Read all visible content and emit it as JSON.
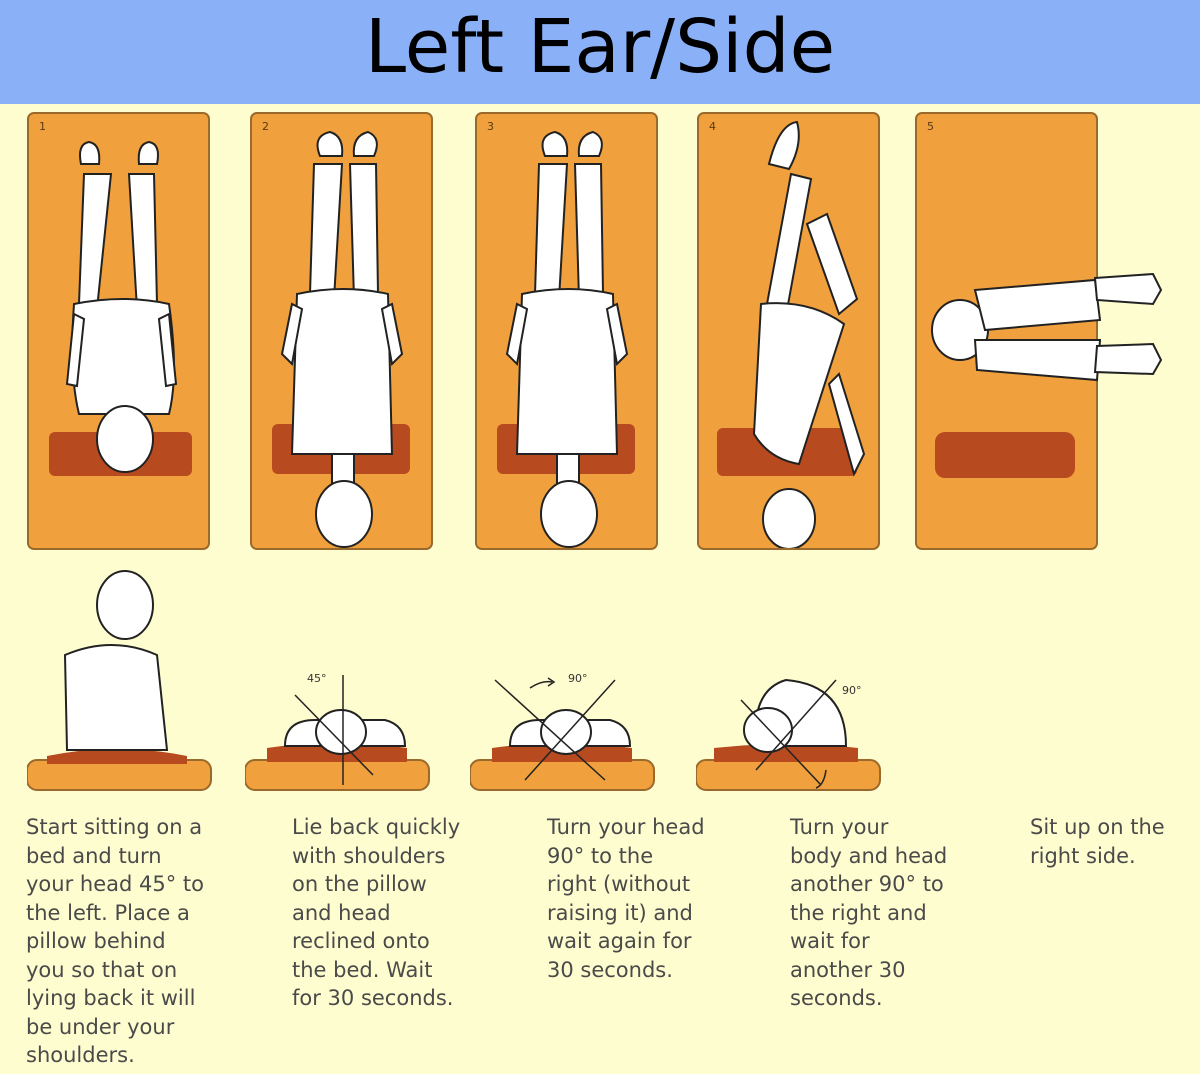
{
  "header": {
    "title": "Left Ear/Side",
    "background": "#8ab0f8"
  },
  "colors": {
    "page": "#fefdcf",
    "mat": "#f0a03c",
    "pillow": "#b84a20"
  },
  "panels": [
    {
      "number": "1"
    },
    {
      "number": "2"
    },
    {
      "number": "3"
    },
    {
      "number": "4"
    },
    {
      "number": "5"
    }
  ],
  "side_views": [
    {
      "angle": ""
    },
    {
      "angle": "45°"
    },
    {
      "angle": "90°"
    },
    {
      "angle": "90°"
    }
  ],
  "steps": [
    {
      "text": "Start sitting on a\nbed and turn\nyour head 45° to\nthe left. Place a\npillow behind\nyou so that on\nlying back it will\nbe under your\nshoulders."
    },
    {
      "text": "Lie back quickly\nwith shoulders\non the pillow\nand head\nreclined onto\nthe bed. Wait\nfor 30 seconds."
    },
    {
      "text": "Turn your head\n90° to the\nright (without\nraising it) and\nwait again for\n30 seconds."
    },
    {
      "text": "Turn your\nbody and head\nanother 90° to\nthe right and\nwait for\nanother 30\nseconds."
    },
    {
      "text": "Sit up on the\nright side."
    }
  ]
}
